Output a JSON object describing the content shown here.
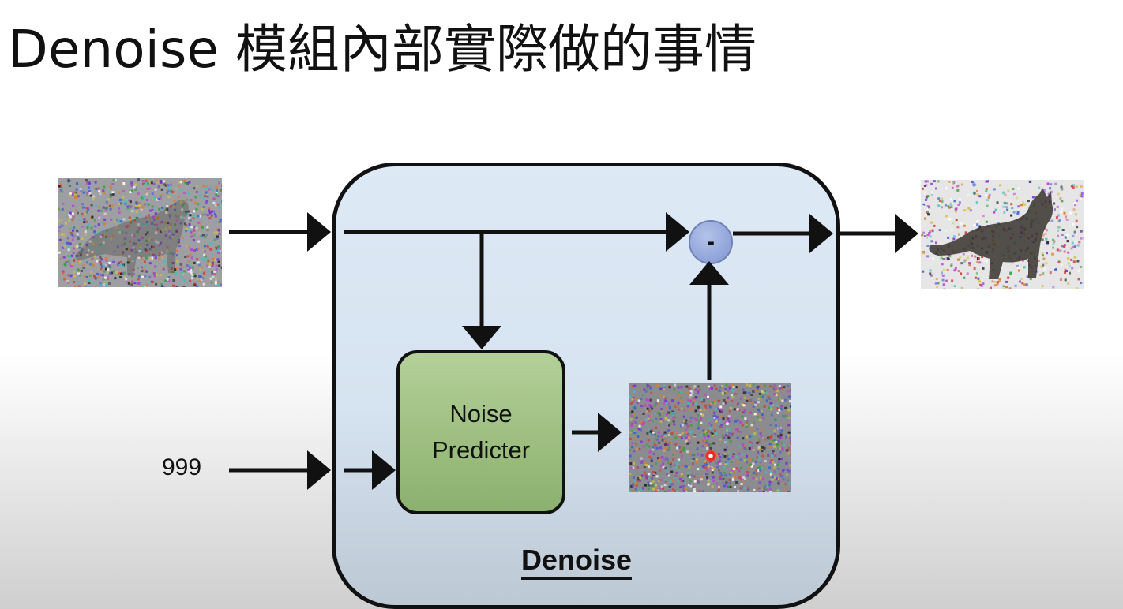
{
  "slide": {
    "title": "Denoise 模組內部實際做的事情"
  },
  "diagram": {
    "module_label": "Denoise",
    "noise_predictor_label": "Noise\nPredicter",
    "timestep_value": "999",
    "operator_symbol": "-",
    "images": {
      "input": "noisy-cat-image",
      "predicted_noise": "noise-image",
      "output": "less-noisy-cat-image"
    },
    "colors": {
      "module_fill": "#dde9f5",
      "predictor_fill": "#9bbd7e",
      "operator_fill": "#8fa3d9",
      "stroke": "#111111"
    }
  }
}
